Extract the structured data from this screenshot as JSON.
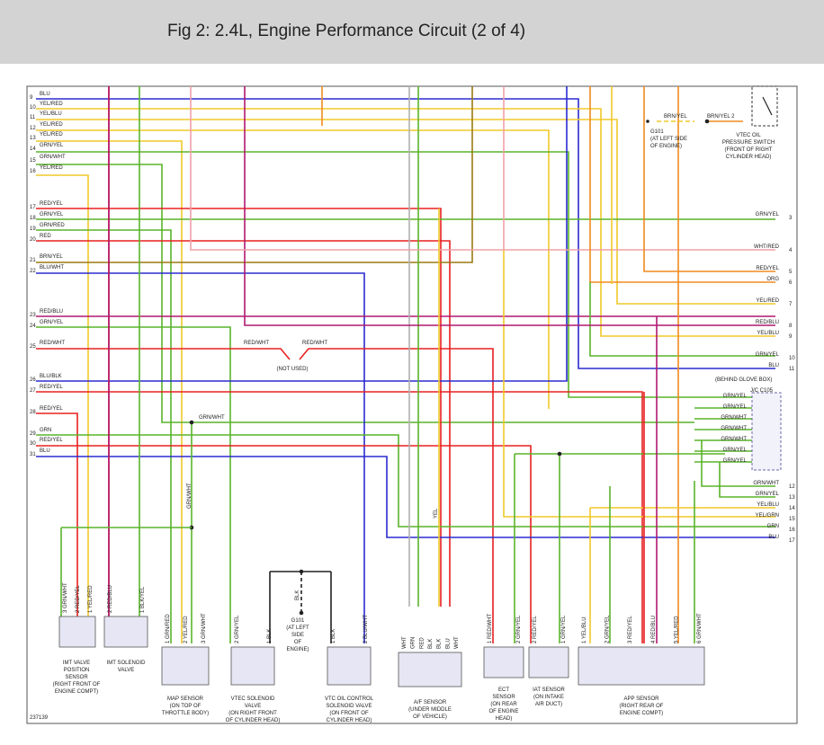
{
  "header": {
    "title": "Fig 2: 2.4L, Engine Performance Circuit (2 of 4)"
  },
  "colors": {
    "BLU": "#2b2bd0",
    "YEL": "#f0c828",
    "RED": "#e82020",
    "GRN": "#5ab42a",
    "ORG": "#f08a1e",
    "PNK": "#f0a0a8",
    "BRN": "#9a7a10",
    "MAG": "#b01870",
    "GRY": "#b0b0b0",
    "BLK": "#222222"
  },
  "left_rows": [
    {
      "num": "9",
      "label": "BLU"
    },
    {
      "num": "10",
      "label": "YEL/RED"
    },
    {
      "num": "11",
      "label": "YEL/BLU"
    },
    {
      "num": "12",
      "label": "YEL/RED"
    },
    {
      "num": "13",
      "label": "YEL/RED"
    },
    {
      "num": "14",
      "label": "GRN/YEL"
    },
    {
      "num": "15",
      "label": "GRN/WHT"
    },
    {
      "num": "16",
      "label": "YEL/RED"
    },
    {
      "num": "17",
      "label": "RED/YEL"
    },
    {
      "num": "18",
      "label": "GRN/YEL"
    },
    {
      "num": "19",
      "label": "GRN/RED"
    },
    {
      "num": "20",
      "label": "RED"
    },
    {
      "num": "21",
      "label": "BRN/YEL"
    },
    {
      "num": "22",
      "label": "BLU/WHT"
    },
    {
      "num": "23",
      "label": "RED/BLU"
    },
    {
      "num": "24",
      "label": "GRN/YEL"
    },
    {
      "num": "25",
      "label": "RED/WHT"
    },
    {
      "num": "26",
      "label": "BLU/BLK"
    },
    {
      "num": "27",
      "label": "RED/YEL"
    },
    {
      "num": "28",
      "label": "RED/YEL"
    },
    {
      "num": "29",
      "label": "GRN"
    },
    {
      "num": "",
      "label": "RED/YEL"
    },
    {
      "num": "30",
      "label": ""
    },
    {
      "num": "31",
      "label": "BLU"
    }
  ],
  "right_rows": [
    {
      "num": "3",
      "label": "GRN/YEL"
    },
    {
      "num": "4",
      "label": "WHT/RED"
    },
    {
      "num": "5",
      "label": "RED/YEL"
    },
    {
      "num": "6",
      "label": "ORG"
    },
    {
      "num": "7",
      "label": "YEL/RED"
    },
    {
      "num": "8",
      "label": "RED/BLU"
    },
    {
      "num": "9",
      "label": "YEL/BLU"
    },
    {
      "num": "10",
      "label": "GRN/YEL"
    },
    {
      "num": "11",
      "label": "BLU"
    },
    {
      "num": "12",
      "label": "GRN/WHT"
    },
    {
      "num": "13",
      "label": "GRN/YEL"
    },
    {
      "num": "14",
      "label": "YEL/BLU"
    },
    {
      "num": "15",
      "label": "YEL/GRN"
    },
    {
      "num": "16",
      "label": "GRN"
    },
    {
      "num": "17",
      "label": "BLU"
    }
  ],
  "jc_labels": [
    "GRN/YEL",
    "GRN/YEL",
    "GRN/WHT",
    "GRN/WHT",
    "GRN/WHT",
    "GRN/YEL",
    "GRN/YEL"
  ],
  "vtec_switch": {
    "wire_left": "BRN/YEL",
    "wire_right": "BRN/YEL",
    "pin": "2",
    "lines": [
      "VTEC OIL",
      "PRESSURE SWITCH",
      "(FRONT OF RIGHT",
      "CYLINDER HEAD)"
    ]
  },
  "g101_top": [
    "G101",
    "(AT LEFT SIDE",
    "OF ENGINE)"
  ],
  "jc_box": [
    "(BEHIND GLOVE BOX)",
    "J/C C105"
  ],
  "not_used": {
    "left": "RED/WHT",
    "right": "RED/WHT",
    "note": "(NOT USED)"
  },
  "inline_labels": {
    "grn_wht_mid": "GRN/WHT",
    "map_grn_wht": "GRN/WHT",
    "af_yel": "YEL"
  },
  "g101_bottom": {
    "wire": "BLK",
    "lines": [
      "G101",
      "(AT LEFT",
      "SIDE",
      "OF",
      "ENGINE)"
    ]
  },
  "components": [
    {
      "name": "imt-valve-position-sensor",
      "lines": [
        "IMT VALVE",
        "POSITION",
        "SENSOR",
        "(RIGHT FRONT OF",
        "ENGINE COMPT)"
      ],
      "pins": [
        "3 GRN/WHT",
        "2 RED/YEL",
        "1 YEL/RED"
      ]
    },
    {
      "name": "imt-solenoid-valve",
      "lines": [
        "IMT SOLENOID",
        "VALVE"
      ],
      "pins": [
        "2 RED/BLU",
        "1 BLK/YEL"
      ]
    },
    {
      "name": "map-sensor",
      "lines": [
        "MAP SENSOR",
        "(ON TOP OF",
        "THROTTLE BODY)"
      ],
      "pins": [
        "1 GRN/RED",
        "2 YEL/RED",
        "3 GRN/WHT"
      ]
    },
    {
      "name": "vtec-solenoid-valve",
      "lines": [
        "VTEC SOLENOID",
        "VALVE",
        "(ON RIGHT FRONT",
        "OF CYLINDER HEAD)"
      ],
      "pins": [
        "2 GRN/YEL",
        "1 BLK"
      ]
    },
    {
      "name": "vtc-oil-control-solenoid",
      "lines": [
        "VTC OIL CONTROL",
        "SOLENOID VALVE",
        "(ON FRONT OF",
        "CYLINDER HEAD)"
      ],
      "pins": [
        "1 BLK",
        "2 BLU/WHT"
      ]
    },
    {
      "name": "af-sensor",
      "lines": [
        "A/F SENSOR",
        "(UNDER MIDDLE",
        "OF VEHICLE)"
      ],
      "pins": [
        "WHT",
        "GRN",
        "RED",
        "BLK",
        "BLK",
        "BLU",
        "WHT"
      ]
    },
    {
      "name": "ect-sensor",
      "lines": [
        "ECT",
        "SENSOR",
        "(ON REAR",
        "OF ENGINE",
        "HEAD)"
      ],
      "pins": [
        "1 RED/WHT",
        "2 GRN/YEL"
      ]
    },
    {
      "name": "iat-sensor",
      "lines": [
        "IAT SENSOR",
        "(ON INTAKE",
        "AIR DUCT)"
      ],
      "pins": [
        "2 RED/YEL",
        "1 GRN/YEL"
      ]
    },
    {
      "name": "app-sensor",
      "lines": [
        "APP SENSOR",
        "(RIGHT REAR OF",
        "ENGINE COMPT)"
      ],
      "pins": [
        "1 YEL/BLU",
        "2 GRN/YEL",
        "3 RED/YEL",
        "4 RED/BLU",
        "5 YEL/RED",
        "6 GRN/WHT"
      ]
    }
  ],
  "figure_id": "237139"
}
